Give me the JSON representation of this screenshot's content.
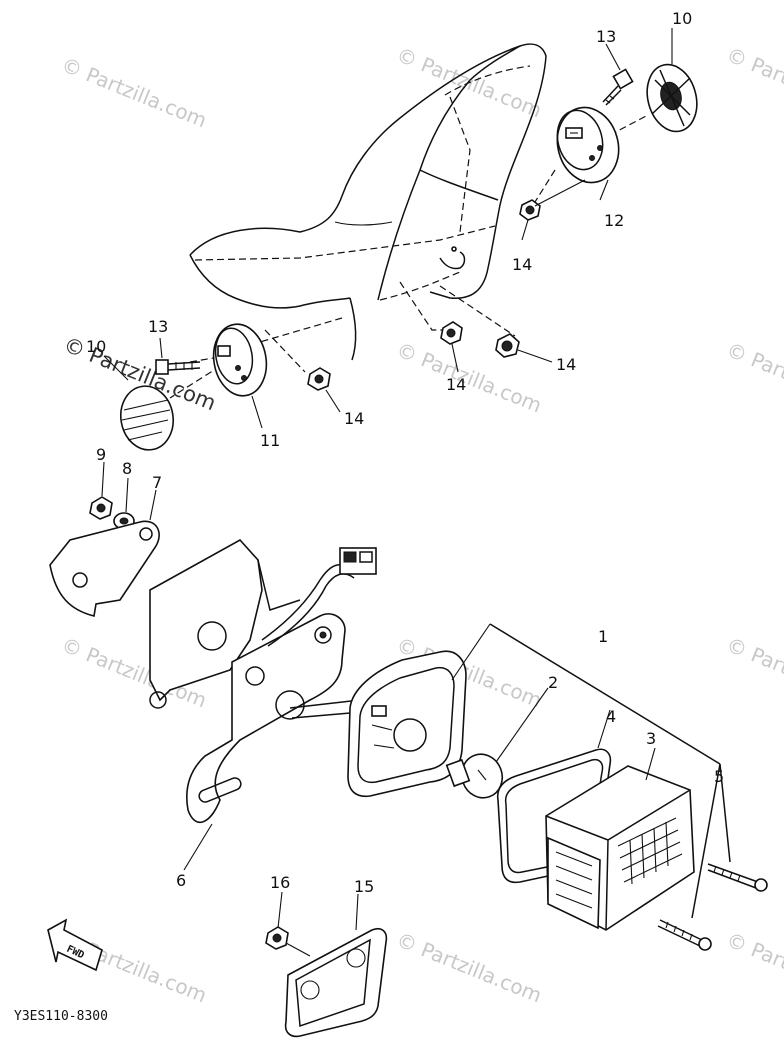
{
  "watermark": {
    "text": "© Partzilla.com"
  },
  "diagram_code": "Y3ES110-8300",
  "fwd_label": "FWD",
  "callouts": {
    "c1": "1",
    "c2": "2",
    "c3": "3",
    "c4": "4",
    "c5": "5",
    "c6": "6",
    "c7": "7",
    "c8": "8",
    "c9": "9",
    "c10a": "10",
    "c10b": "10",
    "c11": "11",
    "c12": "12",
    "c13a": "13",
    "c13b": "13",
    "c14a": "14",
    "c14b": "14",
    "c14c": "14",
    "c14d": "14",
    "c15": "15",
    "c16": "16"
  }
}
